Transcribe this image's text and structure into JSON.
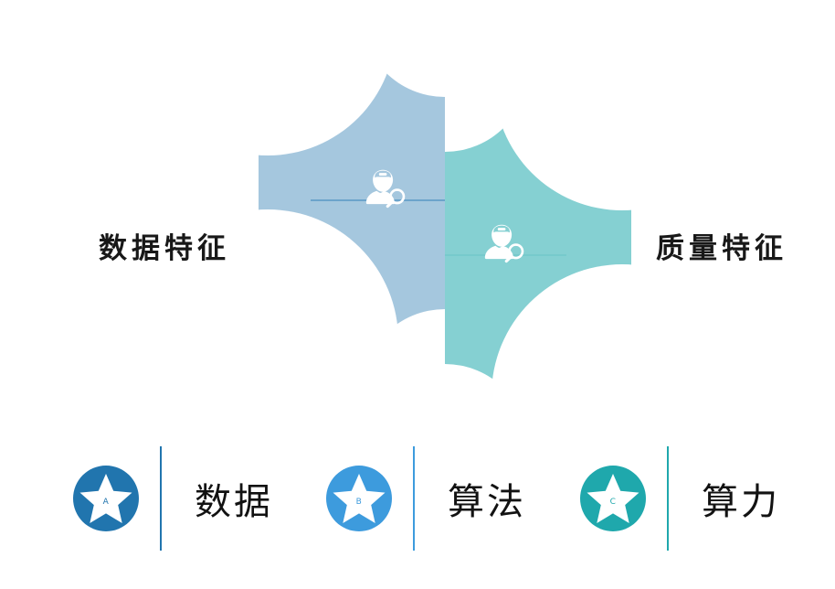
{
  "diagram": {
    "title_left": "数据特征",
    "title_right": "质量特征",
    "petals": [
      {
        "id": "petal-left",
        "name": "data-characteristics-petal",
        "color": "#2175AE",
        "icon": "person-search-icon",
        "label": "数据特征"
      },
      {
        "id": "petal-right",
        "name": "quality-characteristics-petal",
        "color": "#1FA8AC",
        "icon": "person-search-icon",
        "label": "质量特征"
      }
    ]
  },
  "legend": {
    "items": [
      {
        "letter": "A",
        "label": "数据",
        "circle_color": "#2175AE",
        "star_color": "#ffffff",
        "letter_color": "#2175AE",
        "divider_color": "#2175AE",
        "icon": "star-badge-icon"
      },
      {
        "letter": "B",
        "label": "算法",
        "circle_color": "#3D9BDD",
        "star_color": "#ffffff",
        "letter_color": "#3D9BDD",
        "divider_color": "#3D9BDD",
        "icon": "star-badge-icon"
      },
      {
        "letter": "C",
        "label": "算力",
        "circle_color": "#1FA8AC",
        "star_color": "#ffffff",
        "letter_color": "#1FA8AC",
        "divider_color": "#1FA8AC",
        "icon": "star-badge-icon"
      }
    ]
  },
  "colors": {
    "blue": "#2175AE",
    "light_blue": "#3D9BDD",
    "teal": "#1FA8AC",
    "text": "#121212",
    "background": "#ffffff",
    "petal_inner_line": "#4A8FC0"
  }
}
